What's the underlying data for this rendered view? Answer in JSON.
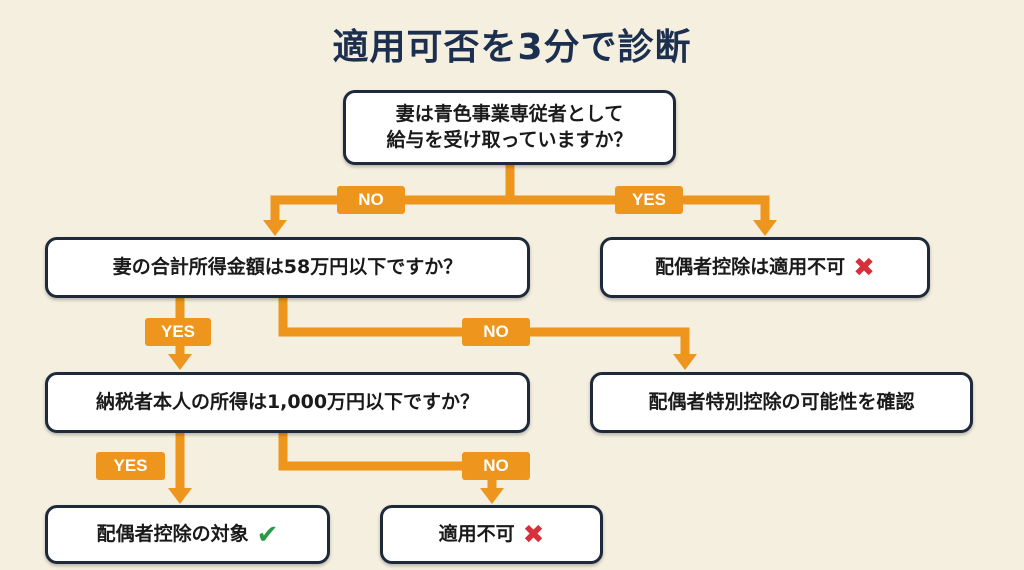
{
  "title": "適用可否を3分で診断",
  "colors": {
    "accent": "#ee951e",
    "border": "#1e2a3c",
    "check": "#2a9a48",
    "cross": "#d6303a"
  },
  "nodes": {
    "q1": {
      "line1": "妻は青色事業専従者として",
      "line2": "給与を受け取っていますか？"
    },
    "q2": "妻の合計所得金額は58万円以下ですか？",
    "r_not_applicable_1": "配偶者控除は適用不可",
    "q3": "納税者本人の所得は1,000万円以下ですか？",
    "r_special": "配偶者特別控除の可能性を確認",
    "r_eligible": "配偶者控除の対象",
    "r_not_applicable_2": "適用不可"
  },
  "icons": {
    "check": "✔",
    "cross": "✖"
  },
  "labels": {
    "q1_no": "NO",
    "q1_yes": "YES",
    "q2_yes": "YES",
    "q2_no": "NO",
    "q3_yes": "YES",
    "q3_no": "NO"
  }
}
